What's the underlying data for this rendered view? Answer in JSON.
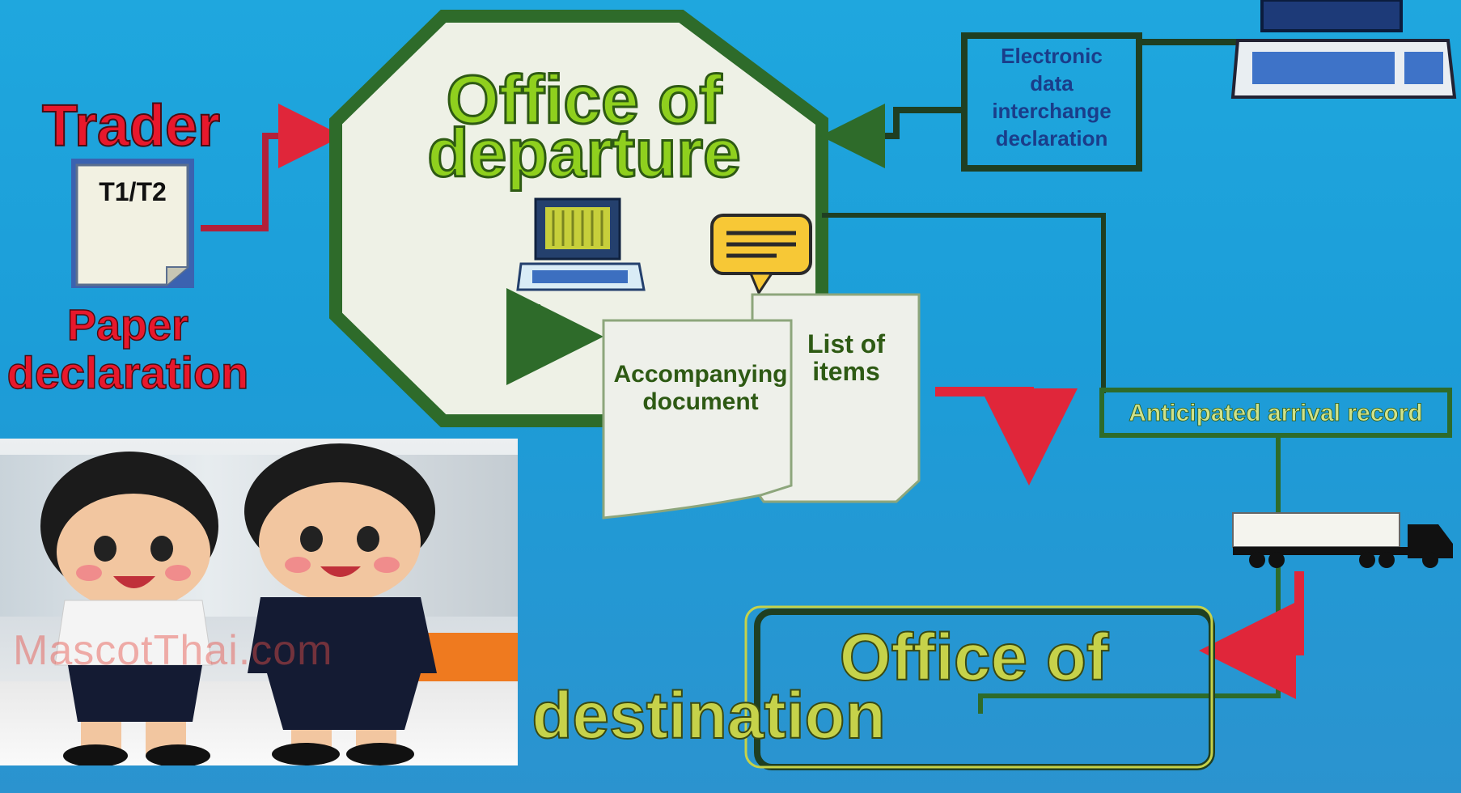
{
  "trader": {
    "title": "Trader",
    "doc_code": "T1/T2",
    "caption_line1": "Paper",
    "caption_line2": "declaration"
  },
  "departure": {
    "title_line1": "Office of",
    "title_line2": "departure"
  },
  "edi": {
    "line1": "Electronic",
    "line2": "data",
    "line3": "interchange",
    "line4": "declaration"
  },
  "documents": {
    "accompanying_line1": "Accompanying",
    "accompanying_line2": "document",
    "list_line1": "List of",
    "list_line2": "items"
  },
  "arrival_record": "Anticipated arrival record",
  "destination": {
    "title_line1": "Office of",
    "title_line2": "destination"
  },
  "photo": {
    "watermark": "MascotThai.com"
  },
  "colors": {
    "background": "#1fa7de",
    "frame_green": "#2e6b2a",
    "title_green": "#8fd01e",
    "trader_red": "#e8182c",
    "arrow_red": "#e0263a",
    "destination_text": "#c6d24a"
  }
}
